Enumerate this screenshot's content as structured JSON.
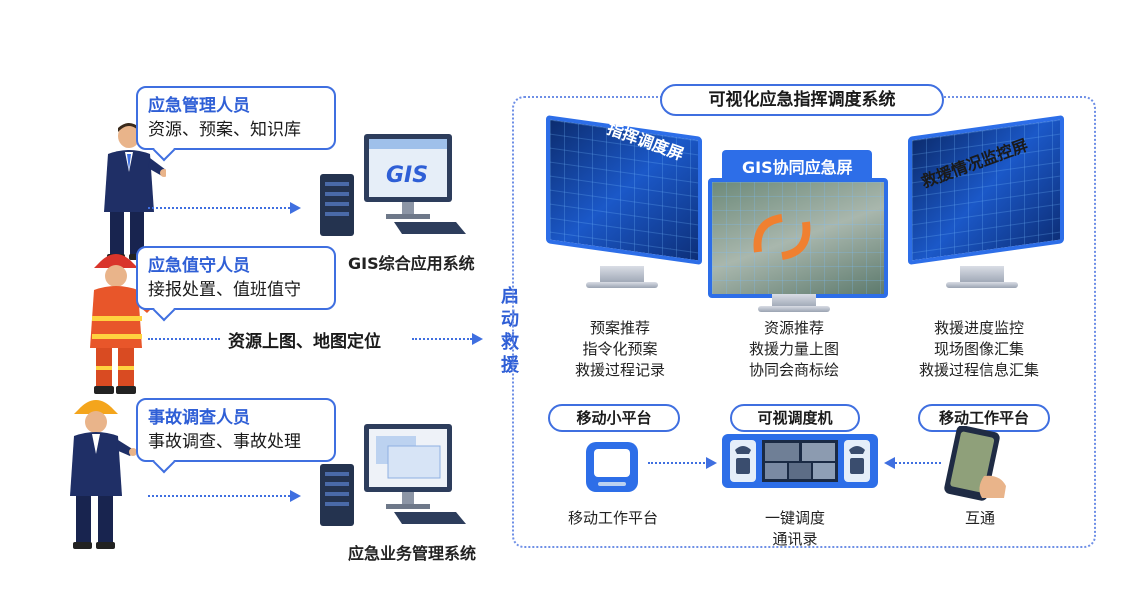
{
  "roles": [
    {
      "title": "应急管理人员",
      "desc": "资源、预案、知识库"
    },
    {
      "title": "应急值守人员",
      "desc": "接报处置、值班值守"
    },
    {
      "title": "事故调查人员",
      "desc": "事故调查、事故处理"
    }
  ],
  "systems": {
    "gis": {
      "label": "GIS综合应用系统",
      "screen_text": "GIS"
    },
    "business": {
      "label": "应急业务管理系统"
    }
  },
  "middle_flow_label": "资源上图、地图定位",
  "vertical_label": "启动救援",
  "panel": {
    "title": "可视化应急指挥调度系统",
    "screens": [
      {
        "title": "指挥调度屏",
        "lines": [
          "预案推荐",
          "指令化预案",
          "救援过程记录"
        ]
      },
      {
        "title": "GIS协同应急屏",
        "lines": [
          "资源推荐",
          "救援力量上图",
          "协同会商标绘"
        ]
      },
      {
        "title": "救援情况监控屏",
        "lines": [
          "救援进度监控",
          "现场图像汇集",
          "救援过程信息汇集"
        ]
      }
    ],
    "devices": [
      {
        "pill": "移动小平台",
        "caption": "移动工作平台"
      },
      {
        "pill": "可视调度机",
        "caption": "一键调度\n通讯录"
      },
      {
        "pill": "移动工作平台",
        "caption": "互通"
      }
    ]
  },
  "colors": {
    "accent": "#3f6fe0",
    "accent_dark": "#2f5fd6",
    "screen": "#1b58c8"
  }
}
